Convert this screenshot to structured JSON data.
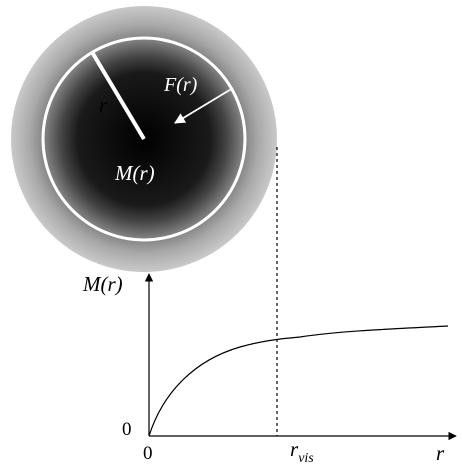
{
  "galaxy": {
    "radius_label": "r",
    "force_label": "F(r)",
    "mass_label": "M(r)"
  },
  "plot": {
    "y_axis_label": "M(r)",
    "y_origin_label": "0",
    "x_origin_label": "0",
    "x_axis_label": "r",
    "x_marker_label_main": "r",
    "x_marker_label_sub": "vis"
  },
  "colors": {
    "halo_outer": "#c8c8c8",
    "halo_mid": "#7a7a7a",
    "core": "#000000",
    "ring": "#ffffff",
    "axis": "#000000"
  }
}
